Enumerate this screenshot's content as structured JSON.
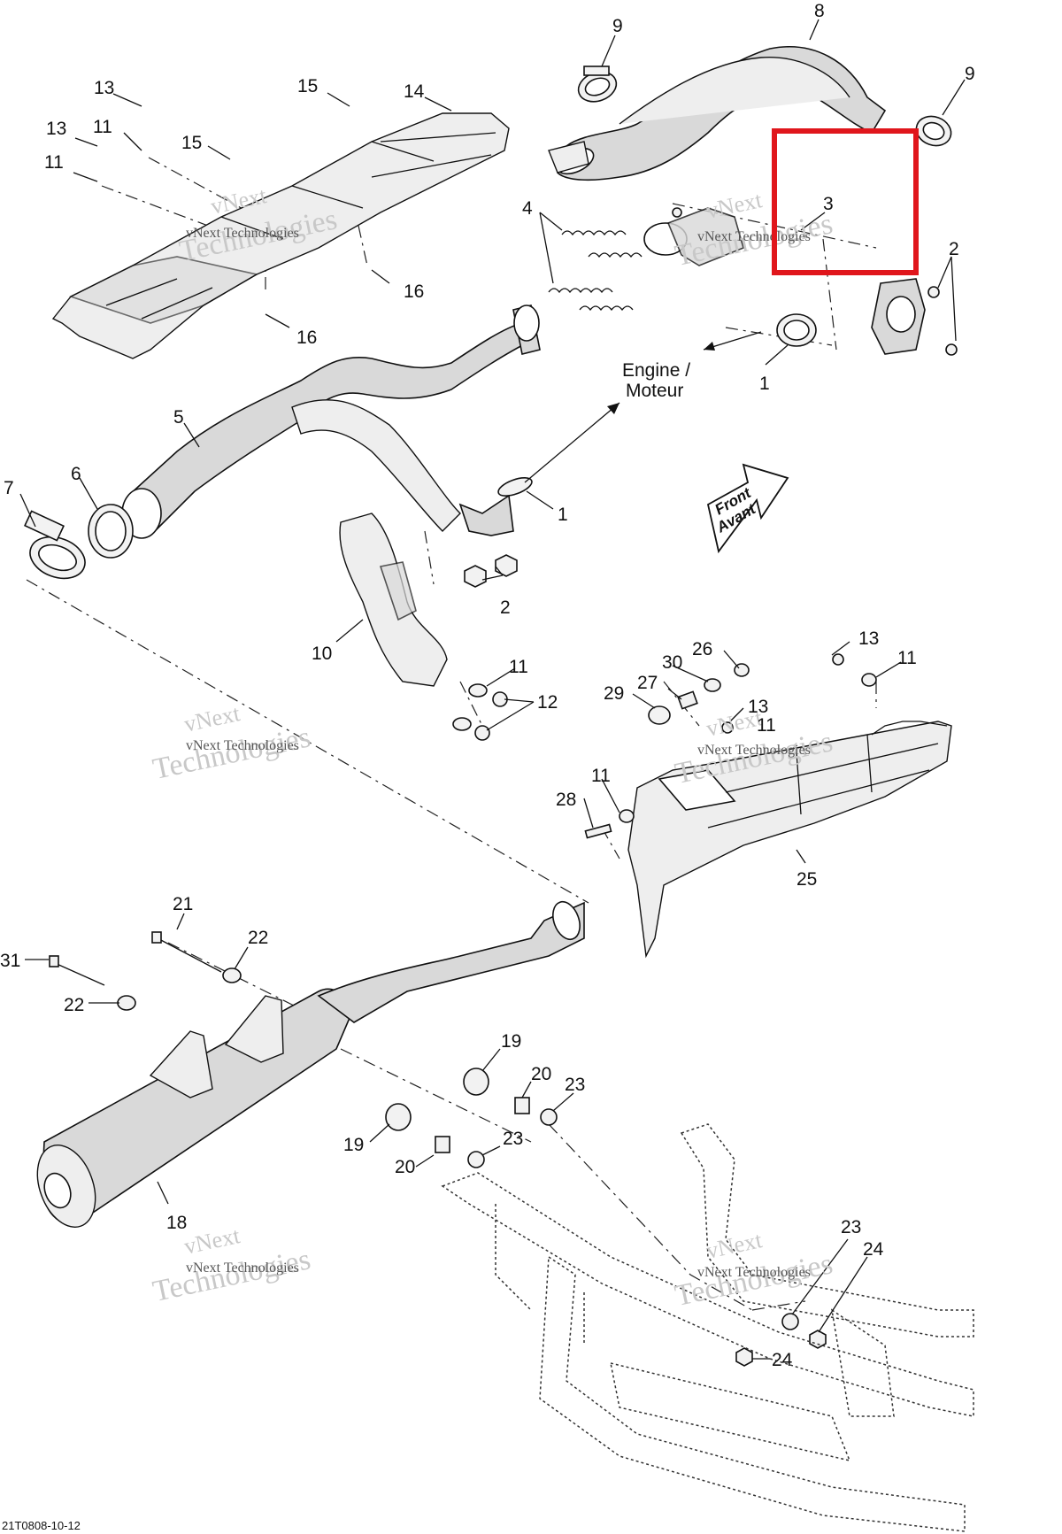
{
  "watermark": {
    "line1": "vNext",
    "line2": "Technologies",
    "line3": "vNext Technologies"
  },
  "engine_label": {
    "line1": "Engine /",
    "line2": "Moteur"
  },
  "front_label": {
    "line1": "Front",
    "line2": "Avant"
  },
  "drawing_code": "21T0808-10-12",
  "highlight_color": "#e0161c",
  "callouts": {
    "c1a": "1",
    "c1b": "1",
    "c2a": "2",
    "c2b": "2",
    "c3": "3",
    "c4": "4",
    "c5": "5",
    "c6": "6",
    "c7": "7",
    "c8": "8",
    "c9a": "9",
    "c9b": "9",
    "c10": "10",
    "c11a": "11",
    "c11b": "11",
    "c11c": "11",
    "c11d": "11",
    "c11e": "11",
    "c11f": "11",
    "c12": "12",
    "c13a": "13",
    "c13b": "13",
    "c13c": "13",
    "c13d": "13",
    "c14": "14",
    "c15a": "15",
    "c15b": "15",
    "c16a": "16",
    "c16b": "16",
    "c18": "18",
    "c19a": "19",
    "c19b": "19",
    "c20a": "20",
    "c20b": "20",
    "c21": "21",
    "c22a": "22",
    "c22b": "22",
    "c23a": "23",
    "c23b": "23",
    "c23c": "23",
    "c24a": "24",
    "c24b": "24",
    "c25": "25",
    "c26": "26",
    "c27": "27",
    "c28": "28",
    "c29": "29",
    "c30": "30",
    "c31": "31"
  }
}
